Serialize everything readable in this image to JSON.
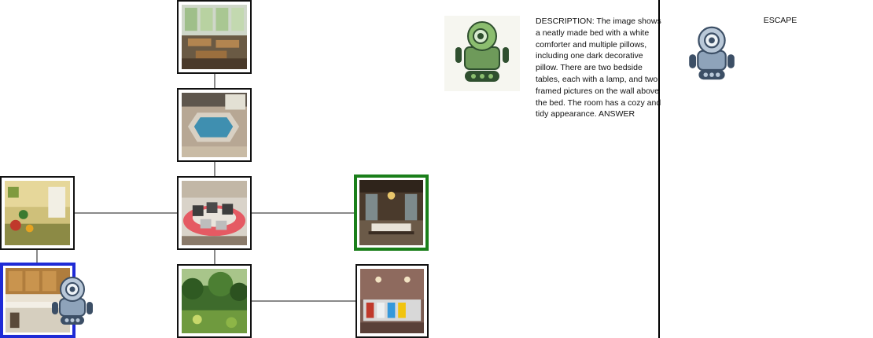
{
  "graph": {
    "nodes": [
      {
        "id": "study_room",
        "icon": "study-room-photo"
      },
      {
        "id": "hot_tub",
        "icon": "hot-tub-photo"
      },
      {
        "id": "playroom",
        "icon": "playroom-photo"
      },
      {
        "id": "computer_lab",
        "icon": "computer-lab-photo"
      },
      {
        "id": "dining_hall",
        "icon": "dining-hall-photo",
        "state": "goal",
        "border_color": "#1a7f1a"
      },
      {
        "id": "kitchen",
        "icon": "kitchen-photo",
        "state": "current",
        "border_color": "#1f2bd6"
      },
      {
        "id": "garden",
        "icon": "garden-photo"
      },
      {
        "id": "shop",
        "icon": "shop-photo"
      }
    ],
    "edges": [
      [
        "study_room",
        "hot_tub"
      ],
      [
        "hot_tub",
        "computer_lab"
      ],
      [
        "playroom",
        "computer_lab"
      ],
      [
        "computer_lab",
        "dining_hall"
      ],
      [
        "playroom",
        "kitchen"
      ],
      [
        "computer_lab",
        "garden"
      ],
      [
        "garden",
        "shop"
      ]
    ]
  },
  "agent": {
    "icon": "robot-icon",
    "location": "kitchen"
  },
  "speaker": {
    "icon": "green-robot-icon"
  },
  "description": {
    "text": "DESCRIPTION: The image shows a neatly made bed with a white comforter and multiple pillows, including one dark decorative pillow. There are two bedside tables, each with a lamp, and two framed pictures on the wall above the bed. The room has a cozy and tidy appearance.  ANSWER"
  },
  "right_panel": {
    "label": "ESCAPE",
    "icon": "robot-icon"
  },
  "colors": {
    "goal": "#1a7f1a",
    "current": "#1f2bd6",
    "edge": "#8a8a8a",
    "divider": "#000000"
  }
}
